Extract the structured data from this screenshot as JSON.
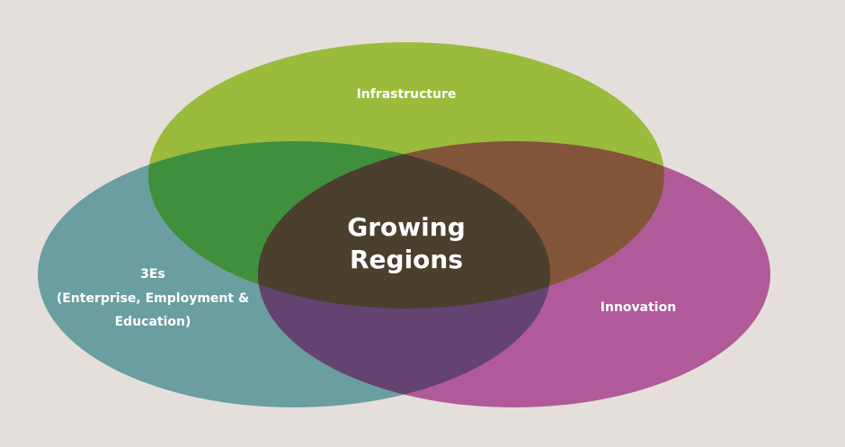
{
  "diagram": {
    "type": "venn",
    "sets": [
      {
        "id": "infrastructure",
        "label_lines": [
          "Infrastructure"
        ],
        "color": "#9bbb3c"
      },
      {
        "id": "3es",
        "label_lines": [
          "3Es",
          "(Enterprise, Employment &",
          "Education)"
        ],
        "color": "#6a9ea0"
      },
      {
        "id": "innovation",
        "label_lines": [
          "Innovation"
        ],
        "color": "#b05a9a"
      }
    ],
    "overlaps": {
      "infrastructure_3es": "#3f8f3c",
      "infrastructure_innovation": "#82553a",
      "3es_innovation": "#654370",
      "all": "#4b3f2e"
    },
    "center_label_lines": [
      "Growing",
      "Regions"
    ],
    "background": "#e4dfdb"
  }
}
